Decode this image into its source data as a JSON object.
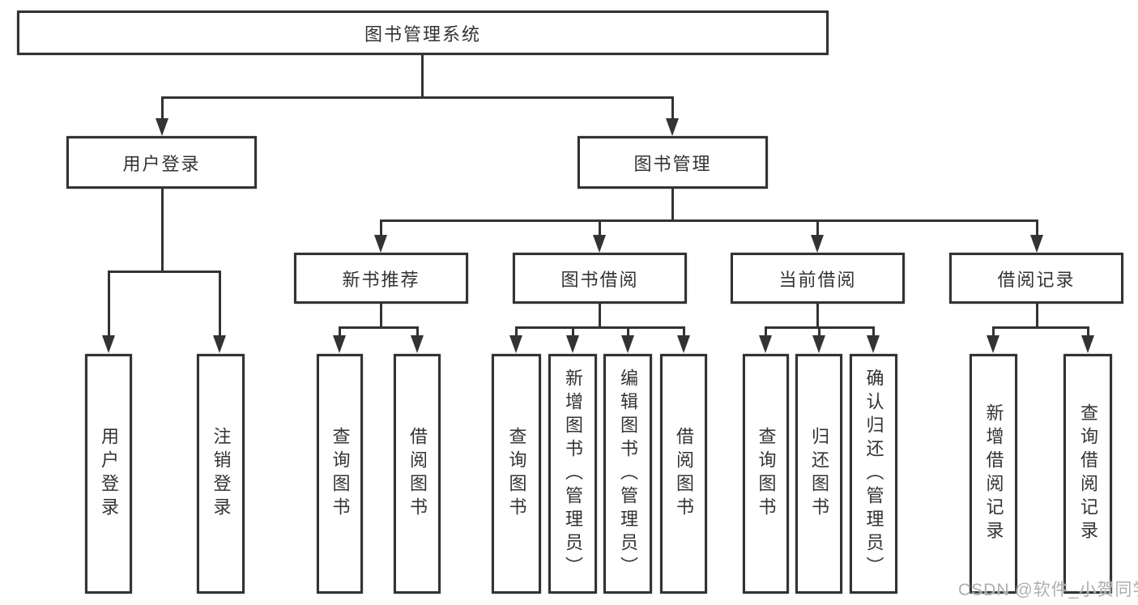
{
  "diagram": {
    "root": {
      "label": "图书管理系统"
    },
    "branches": [
      {
        "label": "用户登录",
        "children": [
          {
            "label": "用户登录"
          },
          {
            "label": "注销登录"
          }
        ]
      },
      {
        "label": "图书管理",
        "children": [
          {
            "label": "新书推荐",
            "children": [
              {
                "label": "查询图书"
              },
              {
                "label": "借阅图书"
              }
            ]
          },
          {
            "label": "图书借阅",
            "children": [
              {
                "label": "查询图书"
              },
              {
                "label": "新增图书（管理员）"
              },
              {
                "label": "编辑图书（管理员）"
              },
              {
                "label": "借阅图书"
              }
            ]
          },
          {
            "label": "当前借阅",
            "children": [
              {
                "label": "查询图书"
              },
              {
                "label": "归还图书"
              },
              {
                "label": "确认归还（管理员）"
              }
            ]
          },
          {
            "label": "借阅记录",
            "children": [
              {
                "label": "新增借阅记录"
              },
              {
                "label": "查询借阅记录"
              }
            ]
          }
        ]
      }
    ]
  },
  "watermark": {
    "text": "CSDN @软件_小贺同学",
    "color": "#aeaeae"
  },
  "colors": {
    "line": "#333333",
    "text": "#333333",
    "background": "#ffffff"
  }
}
